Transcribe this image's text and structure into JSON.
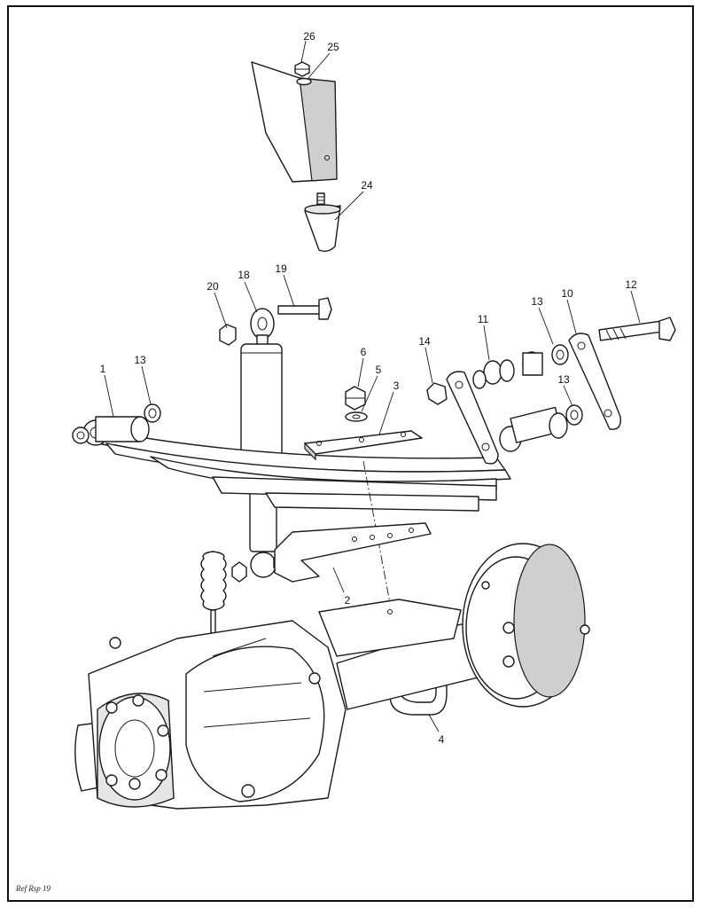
{
  "callouts": [
    {
      "id": "c26",
      "label": "26"
    },
    {
      "id": "c25",
      "label": "25"
    },
    {
      "id": "c24",
      "label": "24"
    },
    {
      "id": "c18",
      "label": "18"
    },
    {
      "id": "c19",
      "label": "19"
    },
    {
      "id": "c20",
      "label": "20"
    },
    {
      "id": "c12",
      "label": "12"
    },
    {
      "id": "c10",
      "label": "10"
    },
    {
      "id": "c13a",
      "label": "13"
    },
    {
      "id": "c11",
      "label": "11"
    },
    {
      "id": "c14",
      "label": "14"
    },
    {
      "id": "c6",
      "label": "6"
    },
    {
      "id": "c5",
      "label": "5"
    },
    {
      "id": "c3",
      "label": "3"
    },
    {
      "id": "c1",
      "label": "1"
    },
    {
      "id": "c13b",
      "label": "13"
    },
    {
      "id": "c13c",
      "label": "13"
    },
    {
      "id": "c2",
      "label": "2"
    },
    {
      "id": "c4",
      "label": "4"
    }
  ],
  "footer": {
    "reference": "Ref Rsp 19"
  }
}
